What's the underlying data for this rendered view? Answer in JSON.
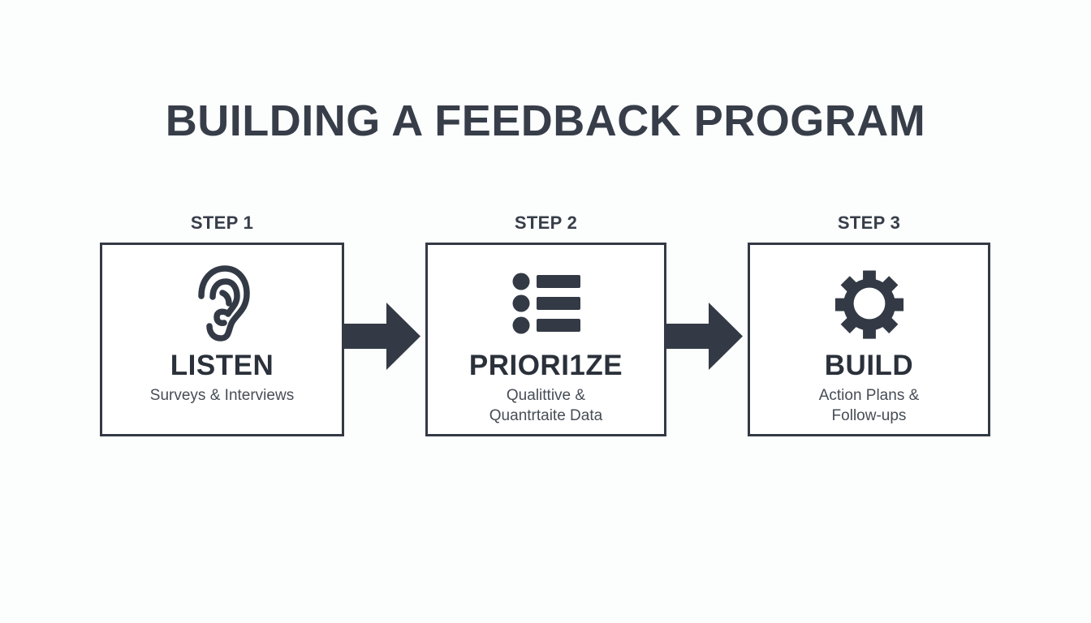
{
  "page": {
    "title": "BUILDING A FEEDBACK PROGRAM",
    "background_color": "#fcfdfd",
    "accent_color": "#333a45",
    "text_color": "#2b313a",
    "subtitle_color": "#474d56"
  },
  "steps": [
    {
      "label": "STEP 1",
      "icon": "ear-icon",
      "title": "LISTEN",
      "subtitle_lines": [
        "Surveys & Interviews"
      ]
    },
    {
      "label": "STEP 2",
      "icon": "bulleted-list-icon",
      "title": "PRIORI1ZE",
      "subtitle_lines": [
        "Qualittive &",
        "Quantrtaite Data"
      ]
    },
    {
      "label": "STEP 3",
      "icon": "gear-icon",
      "title": "BUILD",
      "subtitle_lines": [
        "Action Plans &",
        "Follow-ups"
      ]
    }
  ],
  "connectors": [
    {
      "name": "arrow-step1-to-step2",
      "direction": "right"
    },
    {
      "name": "arrow-step2-to-step3",
      "direction": "right"
    }
  ]
}
